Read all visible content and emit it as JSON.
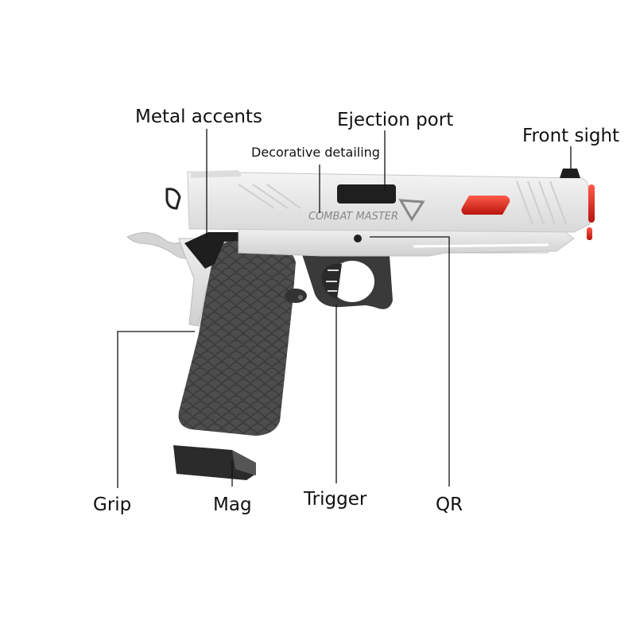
{
  "diagram": {
    "subject": "pistol side view",
    "slide_text": "COMBAT MASTER",
    "colors": {
      "slide": "#e6e6e6",
      "grip": "#4a4a4a",
      "accent_red": "#d9261c",
      "dark": "#1e1e1e"
    }
  },
  "labels": {
    "metal_accents": "Metal accents",
    "decorative_detailing": "Decorative detailing",
    "ejection_port": "Ejection port",
    "front_sight": "Front sight",
    "grip": "Grip",
    "mag": "Mag",
    "trigger": "Trigger",
    "qr": "QR"
  }
}
